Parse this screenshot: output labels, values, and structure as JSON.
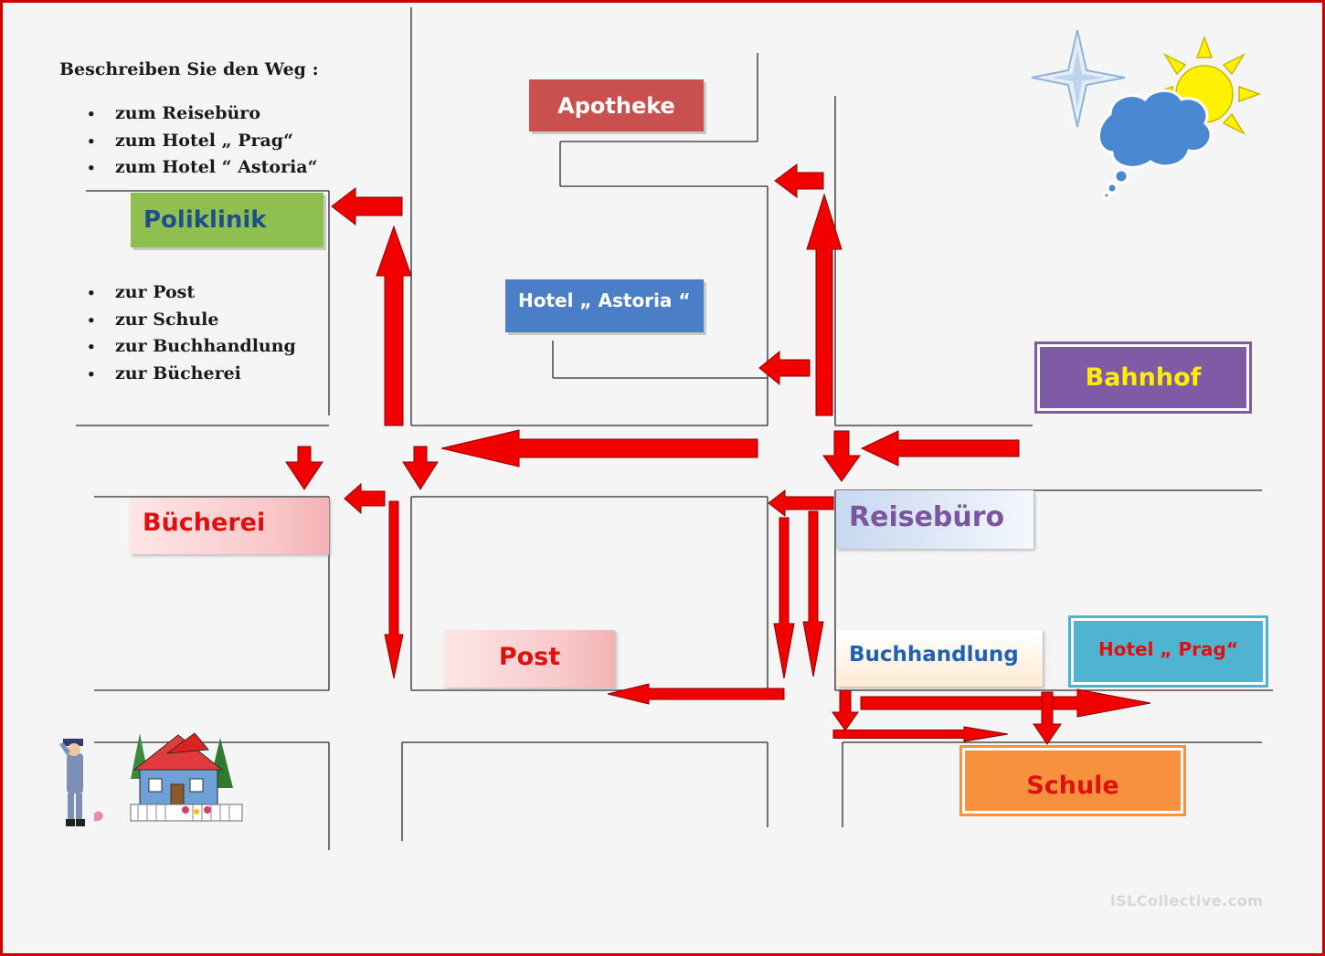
{
  "instructions": {
    "title": "Beschreiben Sie den Weg :",
    "list_one": [
      "zum Reisebüro",
      "zum Hotel „ Prag“",
      "zum Hotel “ Astoria“"
    ],
    "list_two": [
      "zur Post",
      "zur Schule",
      "zur Buchhandlung",
      "zur Bücherei"
    ],
    "bullet": "•"
  },
  "places": {
    "apotheke": "Apotheke",
    "poliklinik": "Poliklinik",
    "hotel_astoria": "Hotel „ Astoria “",
    "bahnhof": "Bahnhof",
    "buecherei": "Bücherei",
    "reisebuero": "Reisebüro",
    "post": "Post",
    "buchhandlung": "Buchhandlung",
    "hotel_prag": "Hotel „ Prag“",
    "schule": "Schule"
  },
  "colors": {
    "arrow": "#f20000",
    "apotheke": "#c9504f",
    "poliklinik": "#8fbf4f",
    "hotel_astoria": "#4a7fc8",
    "bahnhof": "#7f5ba6",
    "bahnhof_text": "#ffee00",
    "reisebuero_text": "#7b55a0",
    "buecherei_text": "#e01010",
    "post_text": "#e01010",
    "buchhandlung_text": "#1f62b5",
    "hotel_prag": "#4fb4cf",
    "hotel_prag_text": "#e01010",
    "schule": "#f6923e",
    "schule_text": "#e01010",
    "frame": "#d10000"
  },
  "icons": [
    "star-icon",
    "sun-icon",
    "cloud-icon",
    "policeman-icon",
    "house-icon"
  ],
  "watermark": "iSLCollective.com"
}
